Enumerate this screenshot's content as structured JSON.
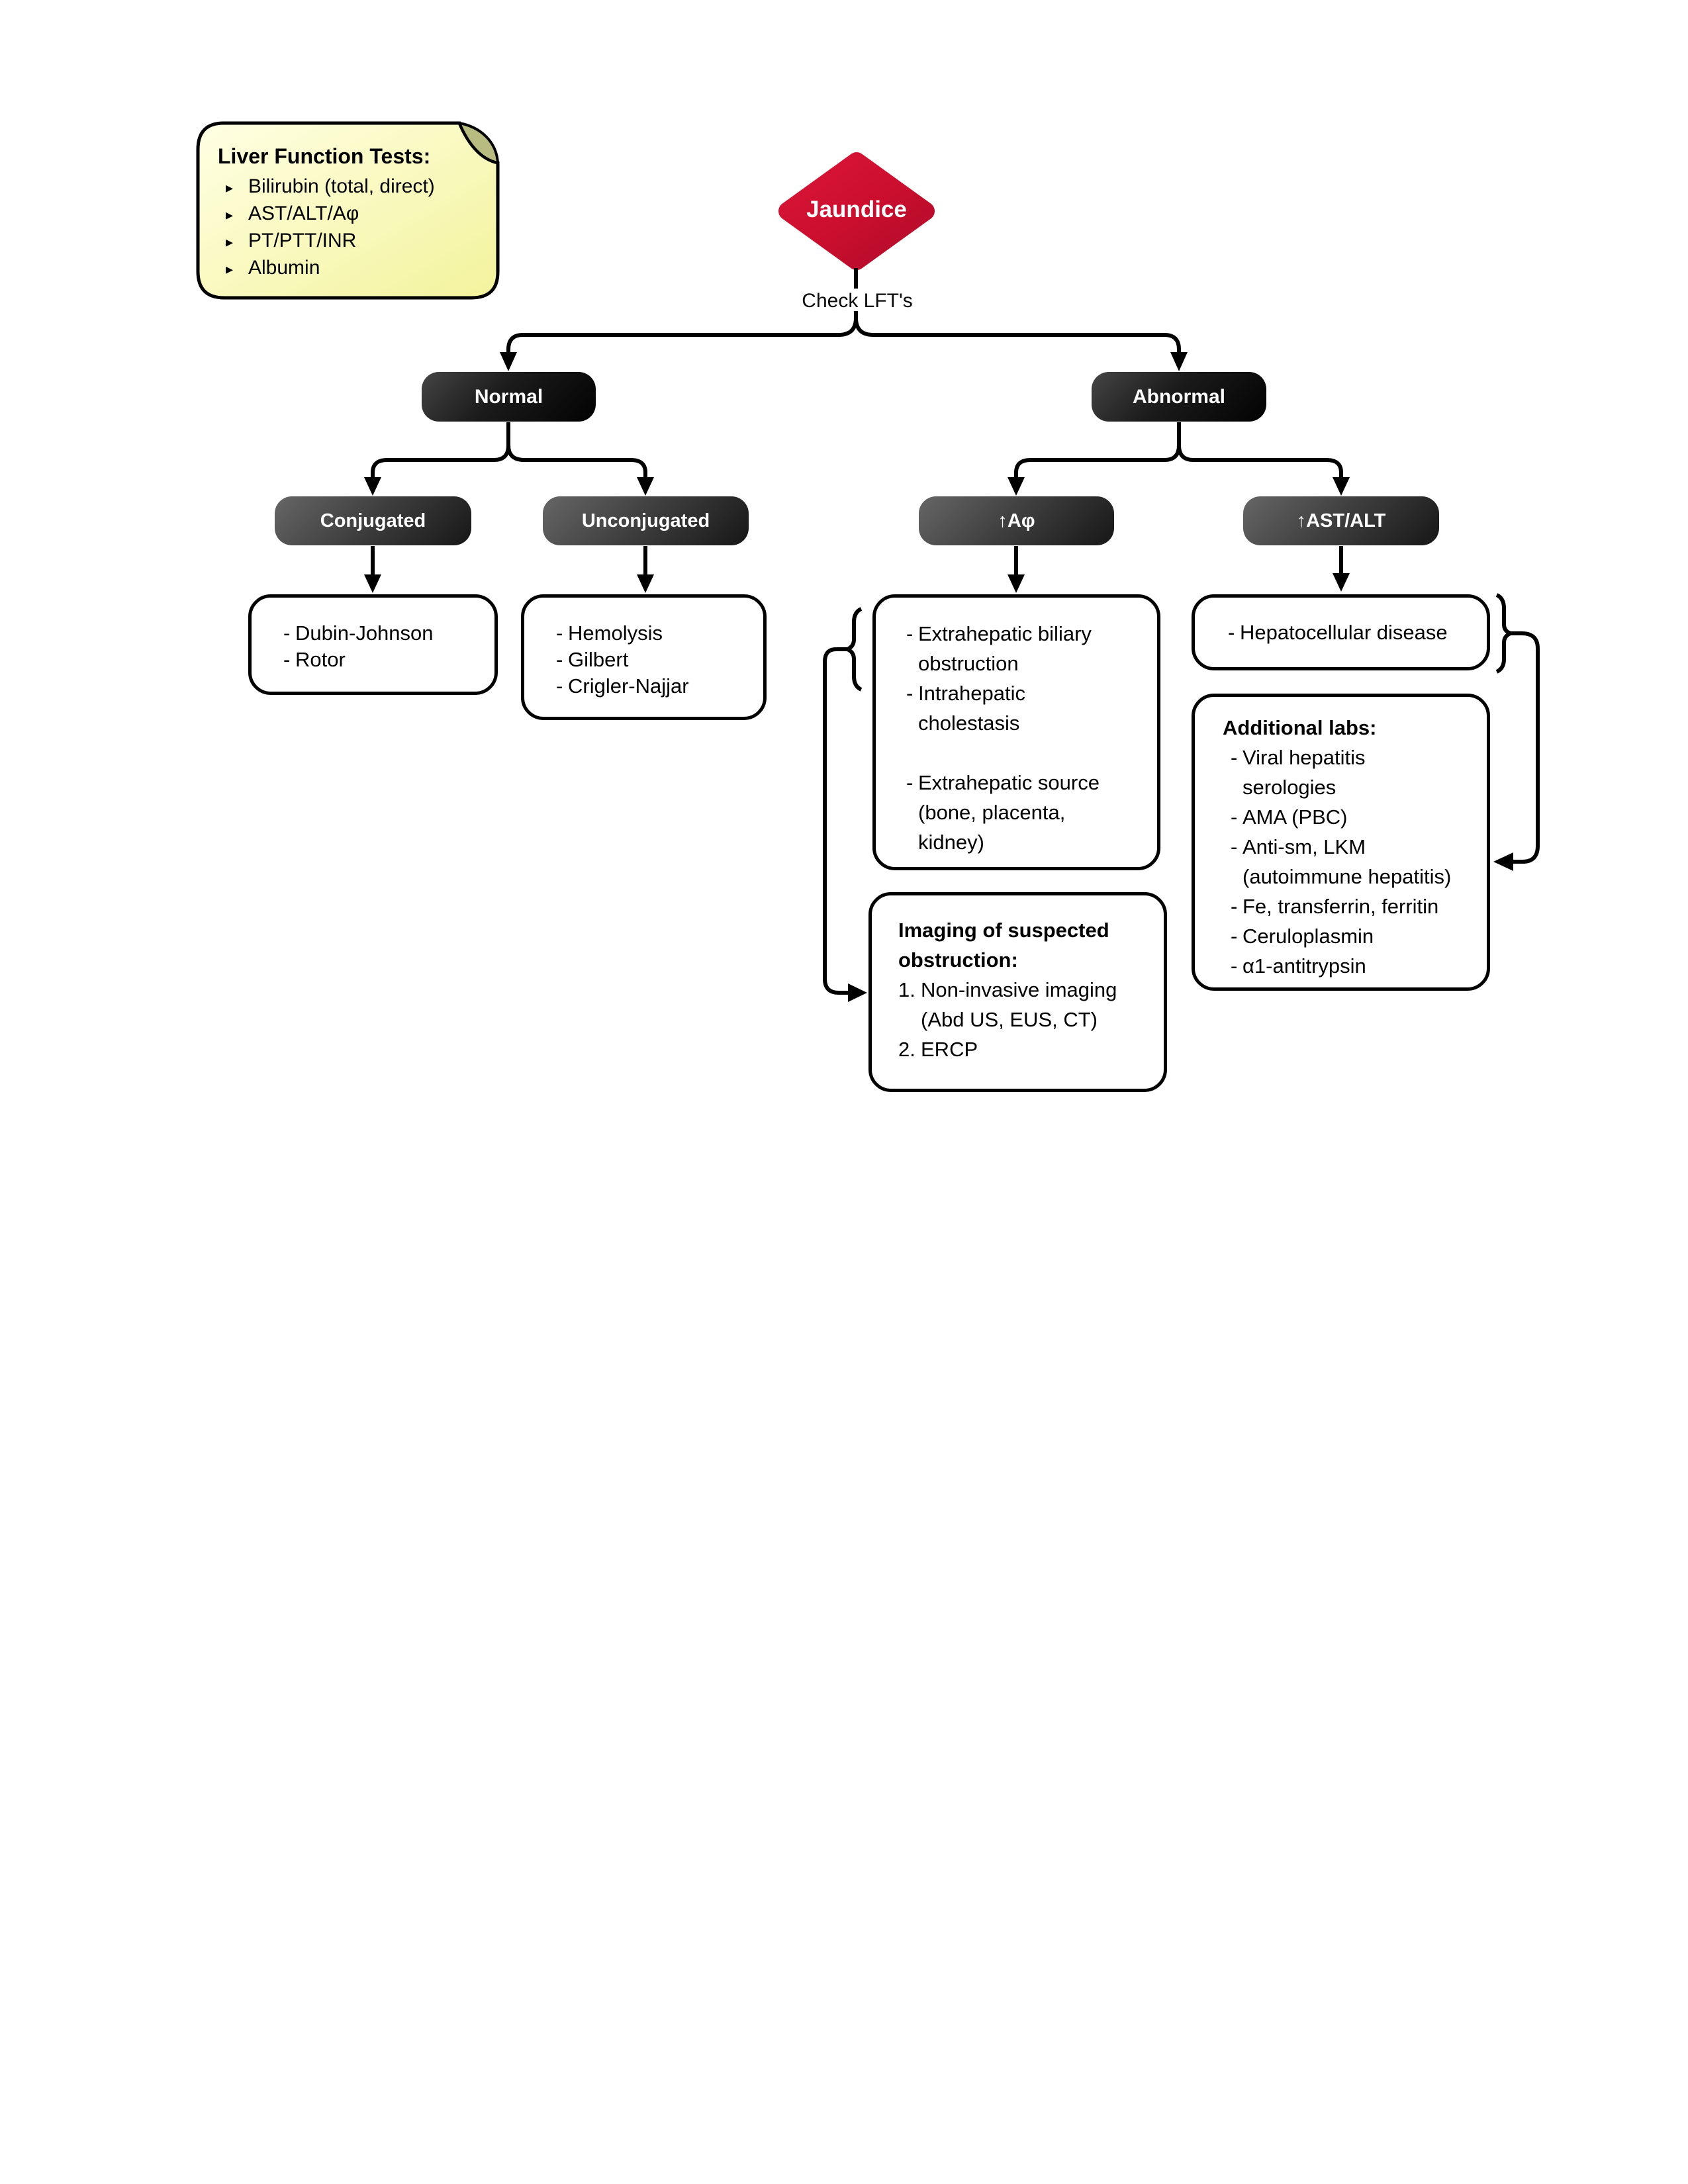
{
  "note": {
    "title": "Liver Function Tests:",
    "bullet_icon": "▸",
    "items": [
      "Bilirubin (total, direct)",
      "AST/ALT/Aφ",
      "PT/PTT/INR",
      "Albumin"
    ]
  },
  "root": {
    "label": "Jaundice",
    "edge_label": "Check LFT's"
  },
  "level1": {
    "normal": "Normal",
    "abnormal": "Abnormal"
  },
  "level2": {
    "conjugated": "Conjugated",
    "unconjugated": "Unconjugated",
    "alk_phos": "↑Aφ",
    "ast_alt": "↑AST/ALT"
  },
  "markers": {
    "dash": "-"
  },
  "boxes": {
    "conjugated_causes": {
      "items": [
        "Dubin-Johnson",
        "Rotor"
      ]
    },
    "unconjugated_causes": {
      "items": [
        "Hemolysis",
        "Gilbert",
        "Crigler-Najjar"
      ]
    },
    "alk_phos_causes": {
      "items_group1": [
        "Extrahepatic biliary obstruction",
        "Intrahepatic cholestasis"
      ],
      "items_group2": [
        "Extrahepatic source (bone, placenta, kidney)"
      ]
    },
    "ast_alt_causes": {
      "items": [
        "Hepatocellular disease"
      ]
    },
    "additional_labs": {
      "title": "Additional labs:",
      "items": [
        "Viral hepatitis serologies",
        "AMA (PBC)",
        "Anti-sm, LKM (autoimmune hepatitis)",
        "Fe, transferrin, ferritin",
        "Ceruloplasmin",
        "α1-antitrypsin"
      ]
    },
    "imaging": {
      "title": "Imaging of suspected obstruction:",
      "items": [
        "Non-invasive imaging (Abd US, EUS, CT)",
        "ERCP"
      ]
    }
  },
  "colors": {
    "accent_red": "#c8102e",
    "node_dark": "#1b1b1b",
    "node_mid": "#4a4a4a",
    "note_yellow": "#f6f6a8",
    "note_fold": "#b9bc80",
    "line": "#000000"
  }
}
